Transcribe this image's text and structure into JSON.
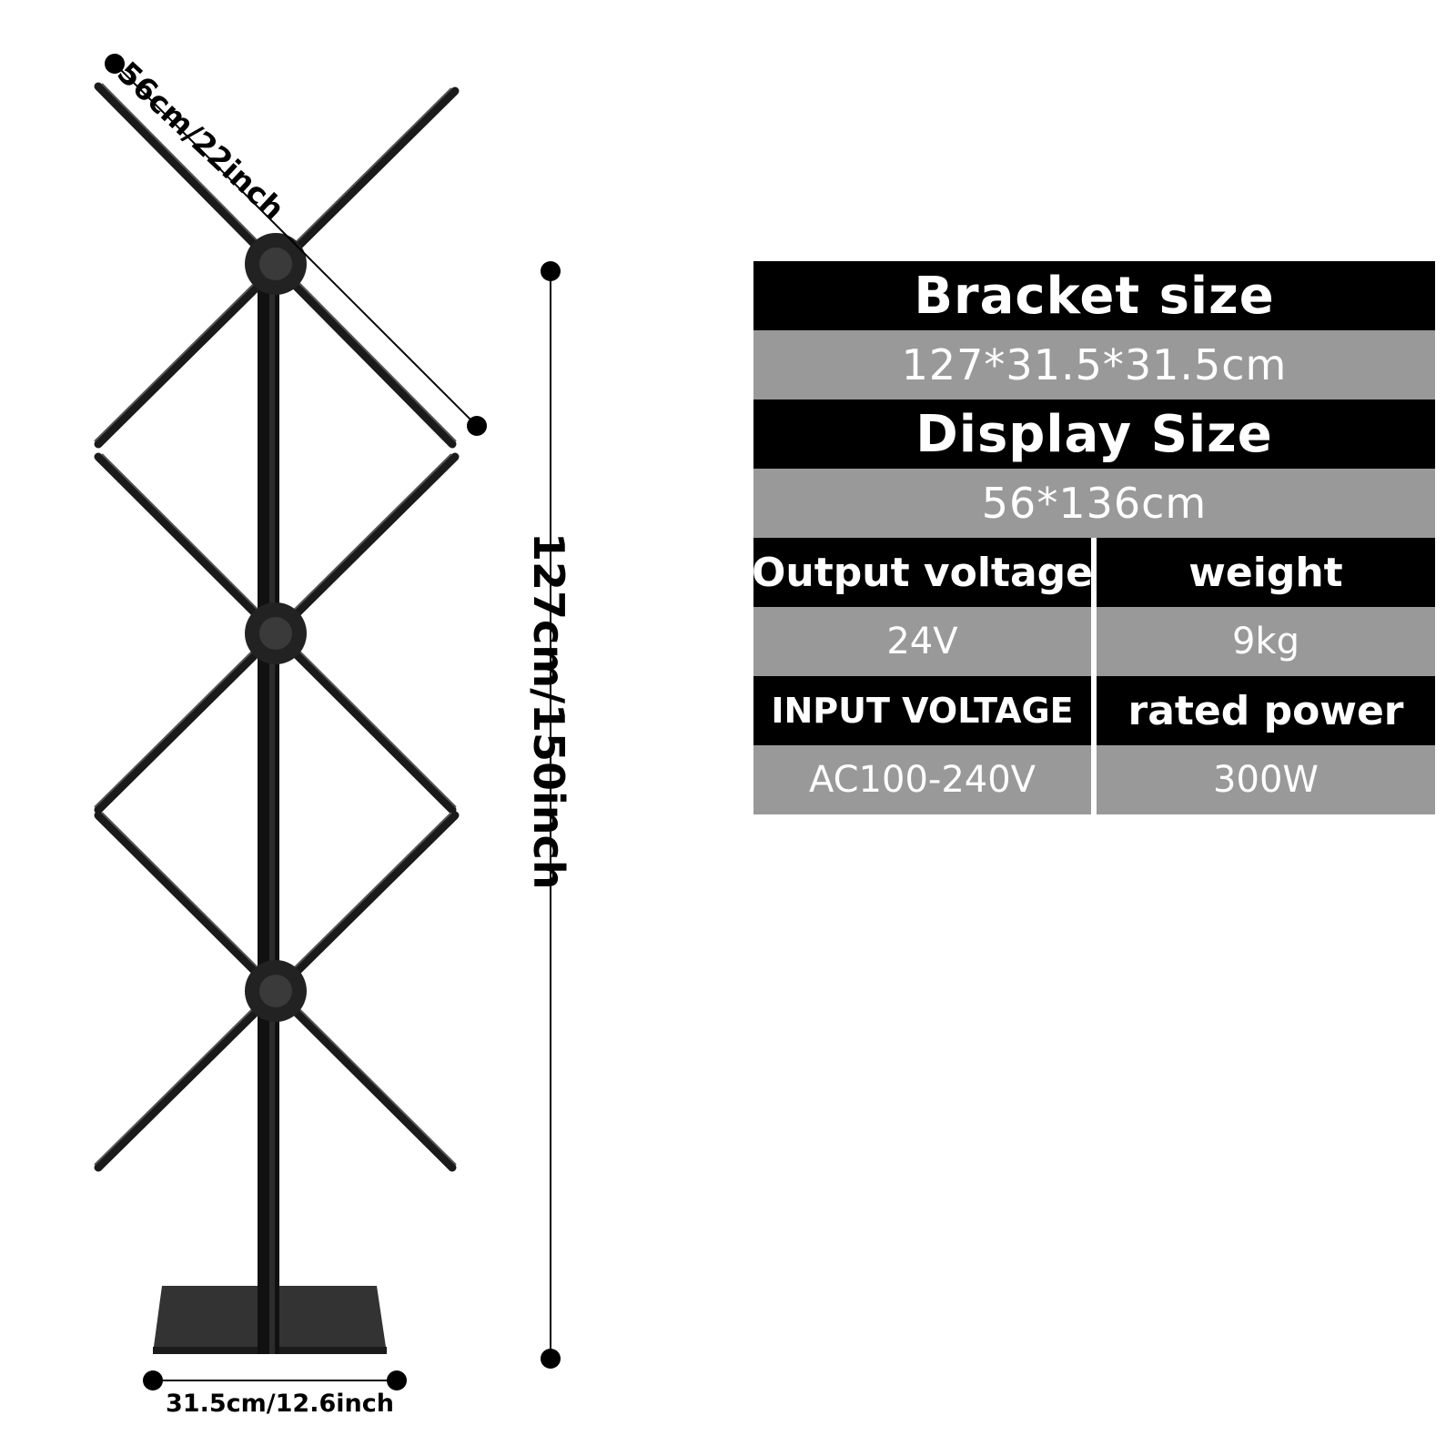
{
  "dimensions": {
    "width_label": "56cm/22inch",
    "height_label": "127cm/150inch",
    "base_label": "31.5cm/12.6inch"
  },
  "product_icons": [
    "hologram-fan-stand-icon"
  ],
  "specs": {
    "bracket_size_label": "Bracket size",
    "bracket_size_value": "127*31.5*31.5cm",
    "display_size_label": "Display Size",
    "display_size_value": "56*136cm",
    "output_voltage_label": "Output voltage",
    "output_voltage_value": "24V",
    "weight_label": "weight",
    "weight_value": "9kg",
    "input_voltage_label": "INPUT VOLTAGE",
    "input_voltage_value": "AC100-240V",
    "rated_power_label": "rated power",
    "rated_power_value": "300W"
  },
  "colors": {
    "header_bg": "#000000",
    "value_bg": "#999999",
    "value_text": "#ffffff"
  }
}
